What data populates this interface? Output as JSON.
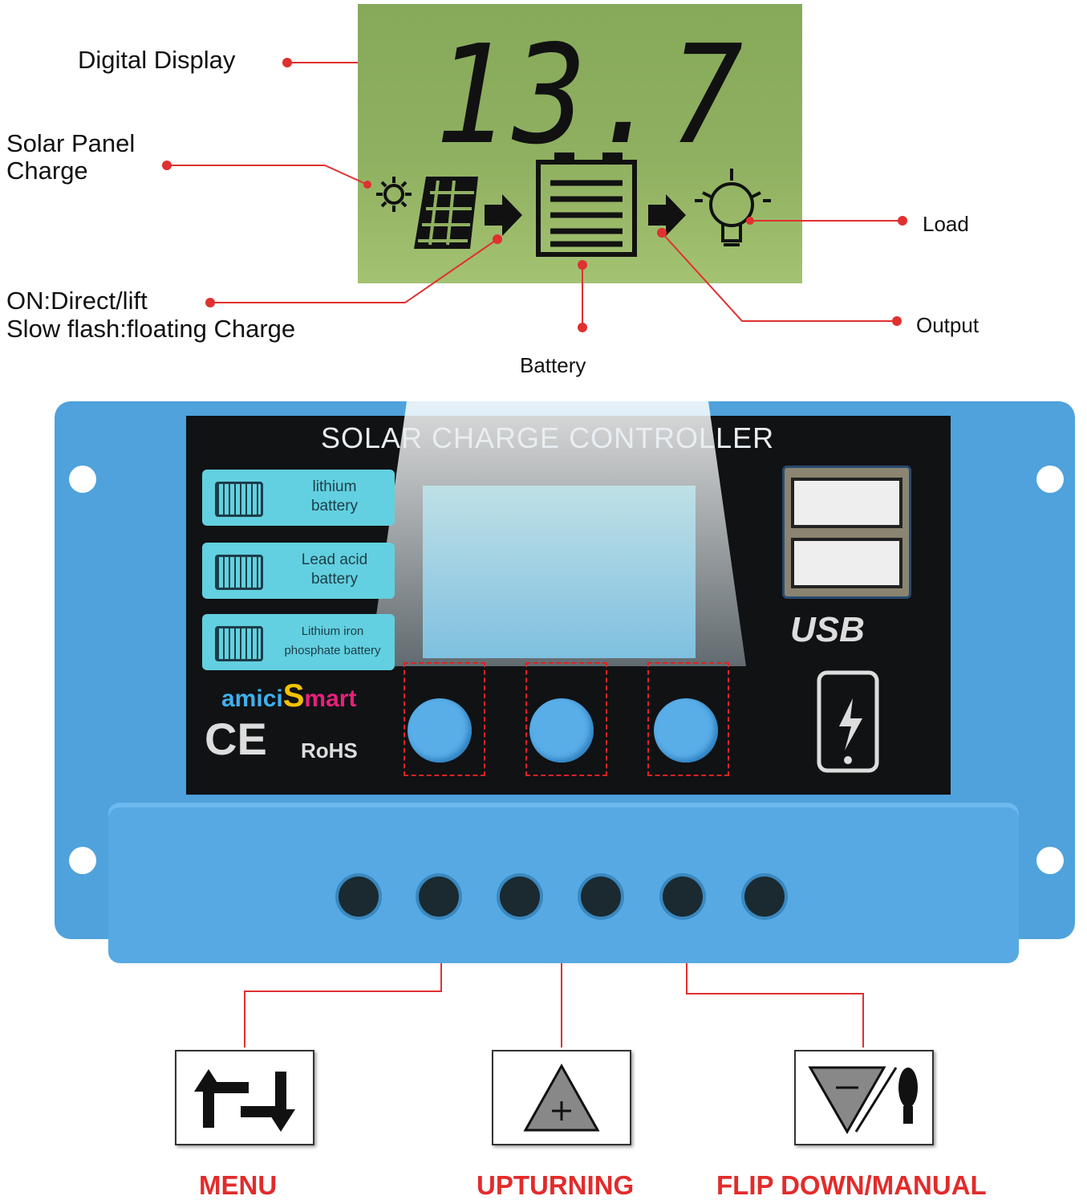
{
  "display": {
    "reading": "13.7"
  },
  "callouts": {
    "digital_display": "Digital Display",
    "solar_1": "Solar Panel",
    "solar_2": "Charge",
    "on_1": "ON:Direct/lift",
    "on_2": "Slow flash:floating Charge",
    "battery": "Battery",
    "load": "Load",
    "output": "Output"
  },
  "controller": {
    "title": "SOLAR CHARGE CONTROLLER",
    "battery_types": [
      {
        "l1": "lithium",
        "l2": "battery"
      },
      {
        "l1": "Lead acid",
        "l2": "battery"
      },
      {
        "l1": "Lithium iron",
        "l2": "phosphate battery"
      }
    ],
    "brand": {
      "a": "amici",
      "s": "S",
      "b": "mart"
    },
    "ce": "CE",
    "rohs": "RoHS",
    "usb": "USB"
  },
  "buttons": [
    {
      "label": "MENU",
      "icon": "menu-cycle-icon"
    },
    {
      "label": "UPTURNING",
      "icon": "triangle-up-plus-icon"
    },
    {
      "label": "FLIP DOWN/MANUAL",
      "icon": "triangle-down-minus-bulb-icon"
    }
  ],
  "colors": {
    "accent": "#e32b2b",
    "body": "#4fa2dc",
    "lcd": "#8aab5e"
  }
}
